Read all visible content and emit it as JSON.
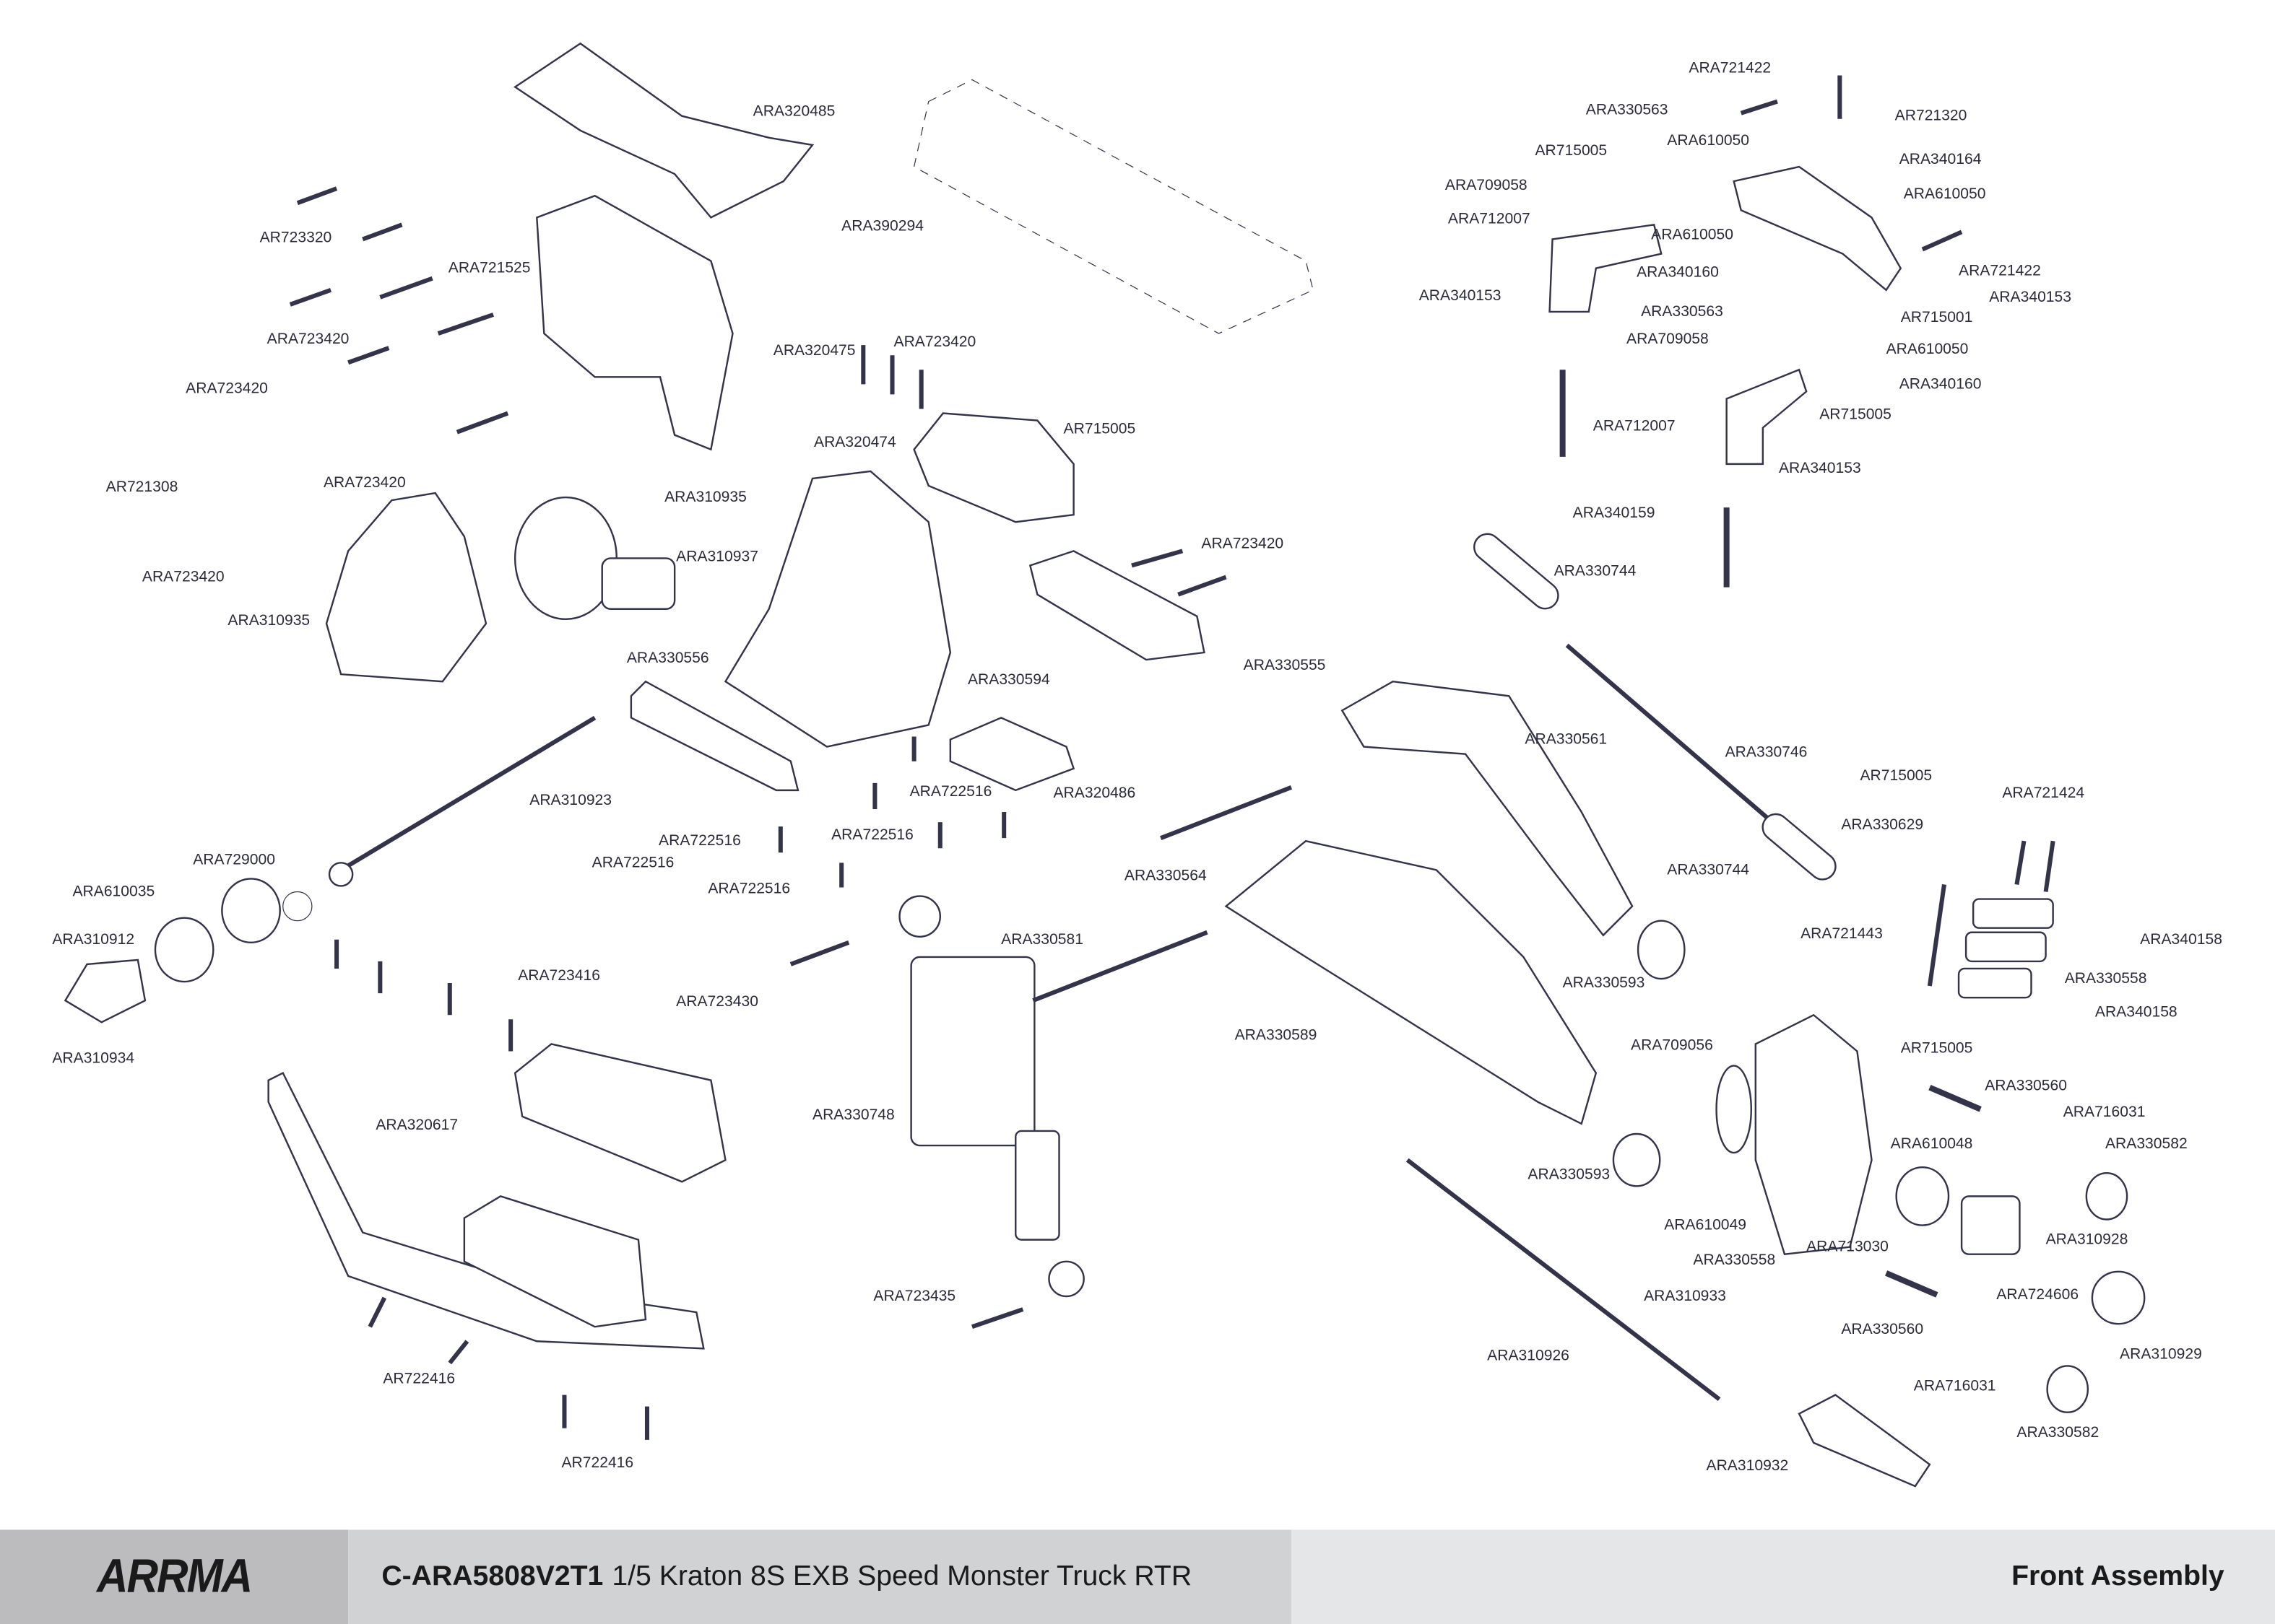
{
  "callouts": [
    "ARA320485",
    "ARA390294",
    "AR723320",
    "ARA721525",
    "ARA723420",
    "ARA320475",
    "ARA723420",
    "ARA723420",
    "ARA320474",
    "AR715005",
    "AR721308",
    "ARA723420",
    "ARA310935",
    "ARA310937",
    "ARA723420",
    "ARA723420",
    "ARA310935",
    "ARA330556",
    "ARA330594",
    "ARA330555",
    "ARA310923",
    "ARA722516",
    "ARA320486",
    "ARA722516",
    "ARA722516",
    "ARA722516",
    "ARA722516",
    "ARA729000",
    "ARA610035",
    "ARA310912",
    "ARA723416",
    "ARA310934",
    "ARA723430",
    "ARA330581",
    "ARA330564",
    "ARA320617",
    "ARA330748",
    "ARA723435",
    "AR722416",
    "AR722416",
    "ARA330589",
    "ARA330744",
    "ARA330561",
    "ARA330746",
    "ARA330744",
    "ARA330593",
    "ARA709056",
    "ARA330593",
    "ARA610049",
    "ARA330558",
    "ARA310926",
    "ARA310933",
    "ARA310932",
    "AR715005",
    "ARA721424",
    "ARA330629",
    "ARA721443",
    "ARA340158",
    "ARA330558",
    "ARA340158",
    "AR715005",
    "ARA330560",
    "ARA716031",
    "ARA610048",
    "ARA330582",
    "ARA713030",
    "ARA310928",
    "ARA724606",
    "ARA330560",
    "ARA310929",
    "ARA716031",
    "ARA330582",
    "ARA721422",
    "AR721320",
    "ARA330563",
    "ARA610050",
    "AR715005",
    "ARA340164",
    "ARA709058",
    "ARA610050",
    "ARA712007",
    "ARA610050",
    "ARA340160",
    "ARA721422",
    "ARA340153",
    "AR715001",
    "ARA340153",
    "ARA330563",
    "ARA709058",
    "ARA610050",
    "ARA340160",
    "ARA712007",
    "AR715005",
    "ARA340153",
    "ARA340159"
  ],
  "footer": {
    "logo_text": "ARRMA",
    "model_code": "C-ARA5808V2T1",
    "model_name": "1/5 Kraton 8S EXB Speed Monster Truck RTR",
    "section_title": "Front Assembly"
  },
  "colors": {
    "line": "#33334a",
    "footer_logo_bg": "#bcbcbe",
    "footer_mid_bg": "#d1d2d4",
    "footer_right_bg": "#e5e6e8"
  }
}
